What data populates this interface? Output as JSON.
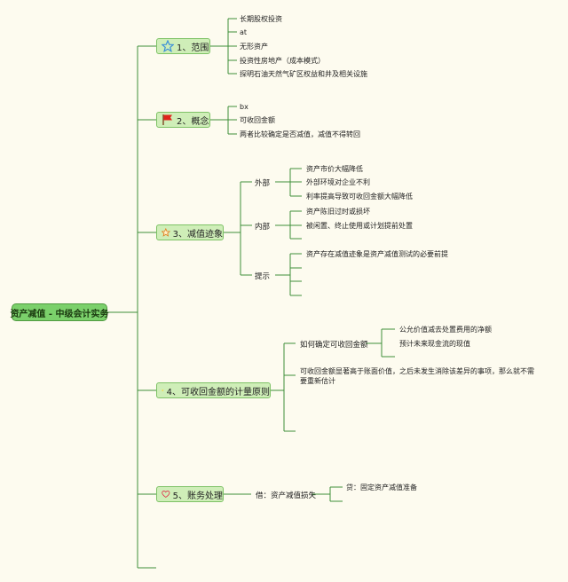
{
  "root": {
    "label": "资产减值 - 中级会计实务"
  },
  "branches": [
    {
      "label": "1、范围",
      "icon": "star-outline-icon",
      "leaves": [
        "长期股权投资",
        "at",
        "无形资产",
        "投资性房地产（成本模式）",
        "探明石油天然气矿区权益和井及相关设施"
      ]
    },
    {
      "label": "2、概念",
      "icon": "red-flag-icon",
      "leaves": [
        "bx",
        "可收回金额",
        "两者比较确定是否减值，减值不得转回"
      ]
    },
    {
      "label": "3、减值迹象",
      "icon": "star-orange-icon",
      "groups": [
        {
          "label": "外部",
          "leaves": [
            "资产市价大幅降低",
            "外部环境对企业不利",
            "利率提高导致可收回金额大幅降低"
          ]
        },
        {
          "label": "内部",
          "leaves": [
            "资产陈旧过时或损坏",
            "被闲置、终止使用或计划提前处置"
          ]
        },
        {
          "label": "提示",
          "leaves": [
            "资产存在减值迹象是资产减值测试的必要前提",
            "",
            "",
            ""
          ]
        }
      ]
    },
    {
      "label": "4、可收回金额的计量原则",
      "icon": "sun-icon",
      "groups": [
        {
          "label": "如何确定可收回金额",
          "leaves": [
            "公允价值减去处置费用的净额",
            "预计未来现金流的现值"
          ]
        },
        {
          "label": "可收回金额显著高于账面价值，之后未发生消除该差异的事项，那么就不需要重新估计",
          "leaves": []
        },
        {
          "label": "",
          "leaves": []
        }
      ]
    },
    {
      "label": "5、账务处理",
      "icon": "heart-icon",
      "groups": [
        {
          "label": "借：资产减值损失",
          "leaves": [
            "贷：固定资产减值准备",
            ""
          ]
        }
      ]
    }
  ]
}
